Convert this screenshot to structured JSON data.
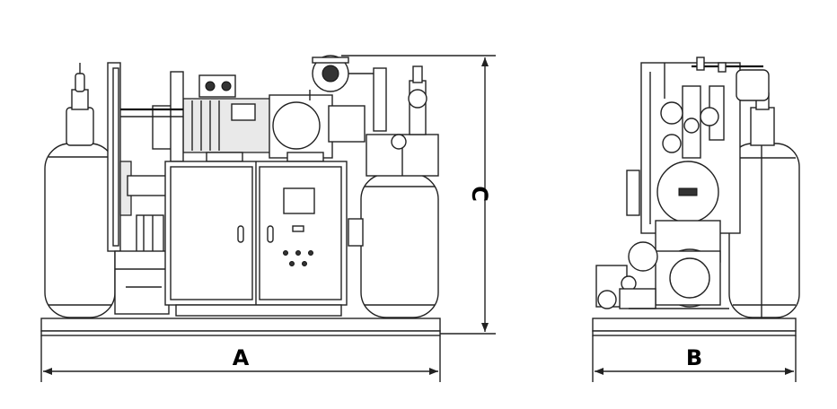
{
  "dimensions": {
    "width_label": "A",
    "depth_label": "B",
    "height_label": "C"
  },
  "colors": {
    "line": "#222222",
    "background": "#ffffff"
  }
}
